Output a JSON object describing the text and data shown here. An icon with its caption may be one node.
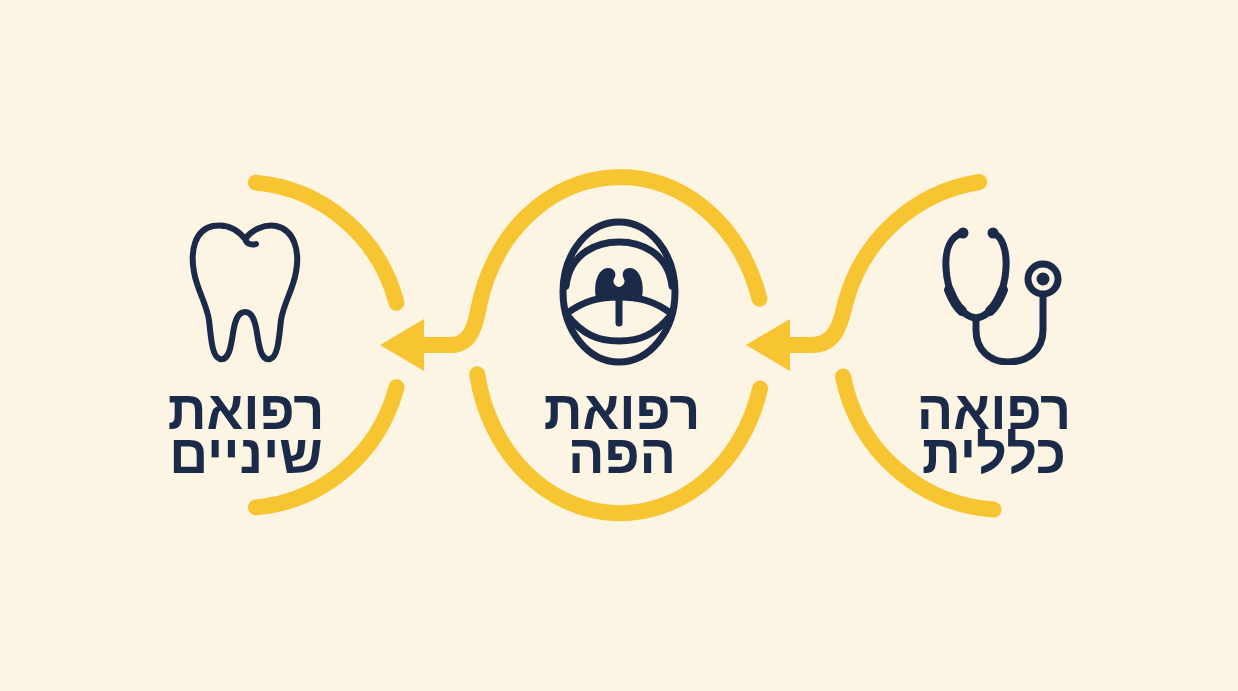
{
  "diagram": {
    "nodes": [
      {
        "text": [
          "רפואה כללית"
        ]
      },
      {
        "text": [
          "רפואת הפה"
        ]
      },
      {
        "text": [
          "רפואת שיניים"
        ]
      }
    ],
    "edges": [
      {
        "from": 0,
        "to": 1,
        "arrow": "to"
      },
      {
        "from": 1,
        "to": 2,
        "arrow": "to"
      }
    ]
  }
}
